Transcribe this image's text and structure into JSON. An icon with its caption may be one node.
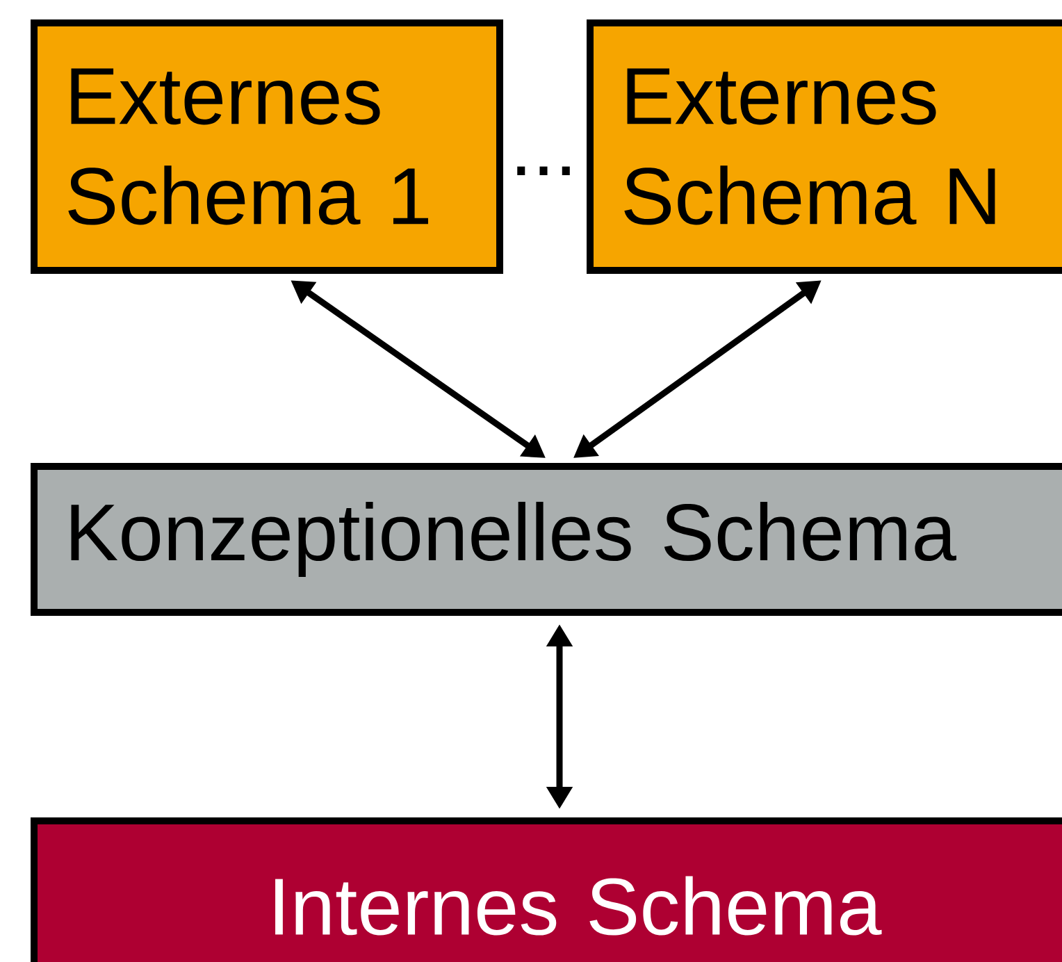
{
  "diagram": {
    "nodes": [
      {
        "text": [
          "Externes Schema 1"
        ]
      },
      {
        "text": [
          "Externes Schema N"
        ]
      },
      {
        "text": [
          "Konzeptionelles Schema"
        ]
      },
      {
        "text": [
          "Internes Schema"
        ]
      }
    ],
    "edges": [
      {
        "from": 0,
        "to": 2,
        "arrow": "both"
      },
      {
        "from": 1,
        "to": 2,
        "arrow": "both"
      },
      {
        "from": 2,
        "to": 3,
        "arrow": "both"
      }
    ],
    "labels": [
      "..."
    ]
  }
}
